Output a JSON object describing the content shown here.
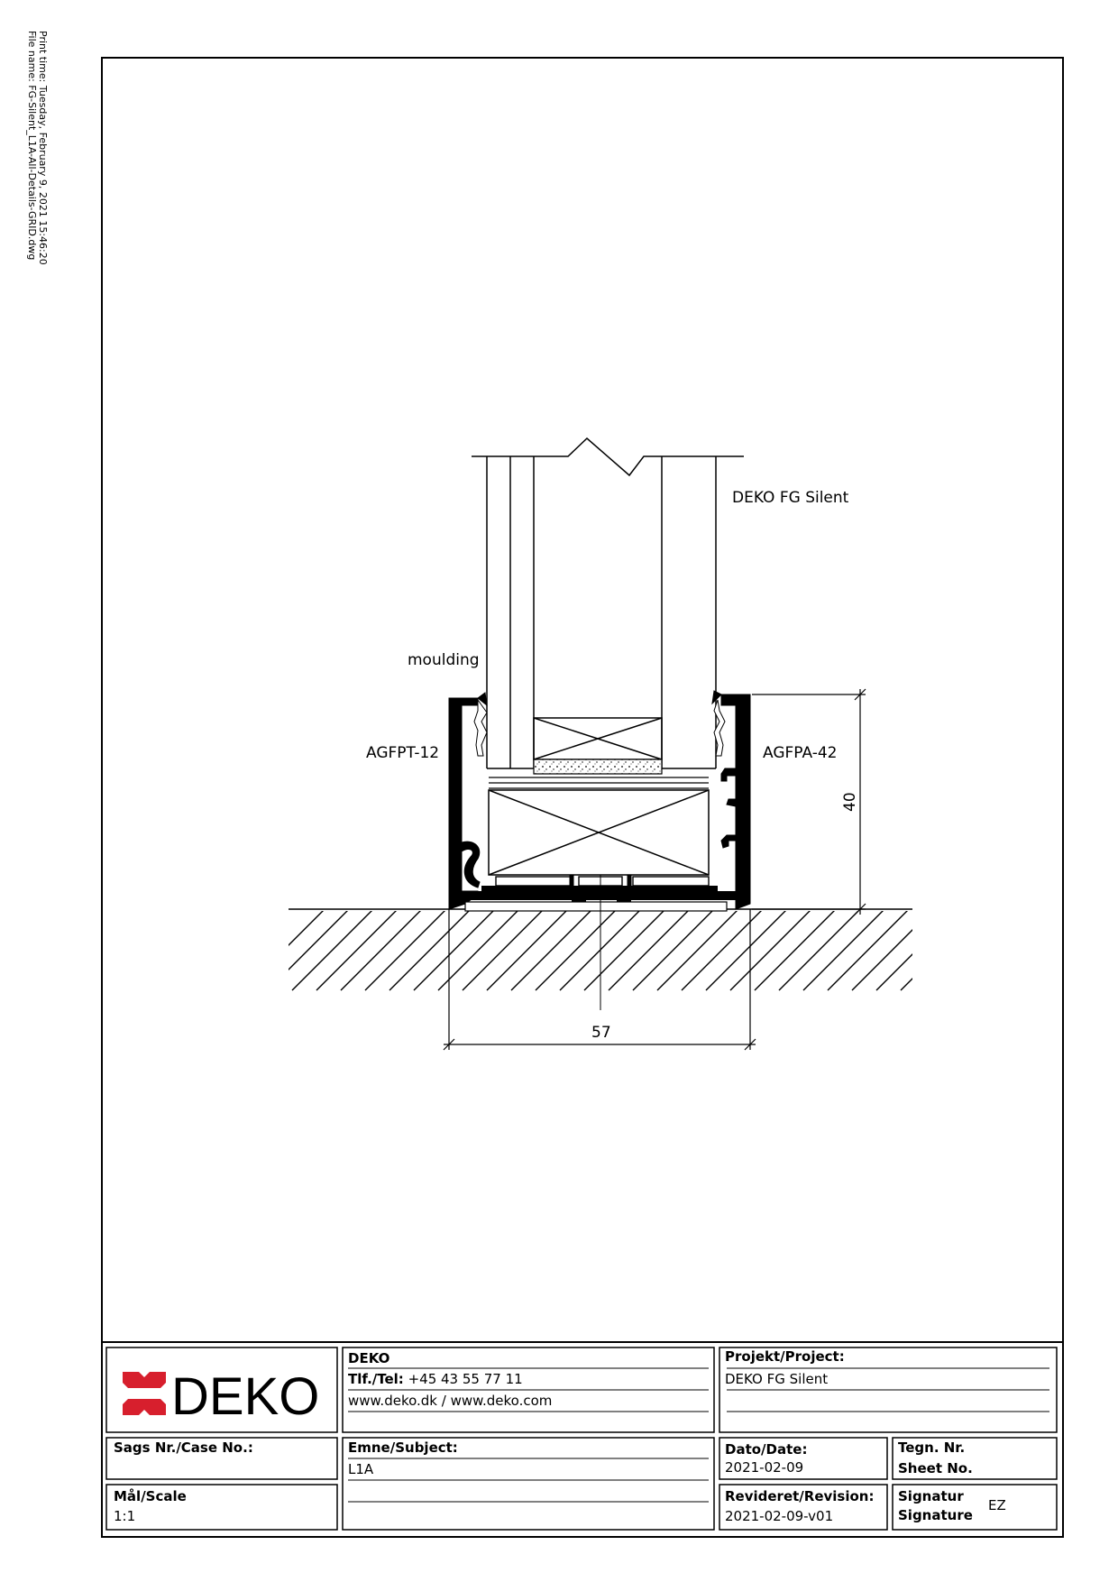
{
  "print_info": {
    "print_time": "Print time: Tuesday, February 9, 2021 15:46:20",
    "file_name": "File name: FG-Silent_L1A-All-Details-GRID.dwg"
  },
  "drawing": {
    "labels": {
      "product": "DEKO FG Silent",
      "moulding": "moulding",
      "left_profile": "AGFPT-12",
      "right_profile": "AGFPA-42",
      "height_dim": "40",
      "width_dim": "57"
    }
  },
  "title_block": {
    "logo_text": "DEKO",
    "company": {
      "name": "DEKO",
      "tel_label": "Tlf./Tel:",
      "tel_value": "+45 43 55 77 11",
      "web": "www.deko.dk / www.deko.com"
    },
    "project": {
      "label": "Projekt/Project:",
      "value": "DEKO FG Silent"
    },
    "case": {
      "label": "Sags Nr./Case No.:",
      "value": ""
    },
    "subject": {
      "label": "Emne/Subject:",
      "value": "L1A"
    },
    "date": {
      "label": "Dato/Date:",
      "value": "2021-02-09"
    },
    "sheet": {
      "label1": "Tegn. Nr.",
      "label2": "Sheet No.",
      "value": ""
    },
    "scale": {
      "label": "Mål/Scale",
      "value": "1:1"
    },
    "revision": {
      "label": "Revideret/Revision:",
      "value": "2021-02-09-v01"
    },
    "signature": {
      "label1": "Signatur",
      "label2": "Signature",
      "value": "EZ"
    }
  },
  "colors": {
    "logo_red": "#d71f2d",
    "ink": "#000000"
  }
}
